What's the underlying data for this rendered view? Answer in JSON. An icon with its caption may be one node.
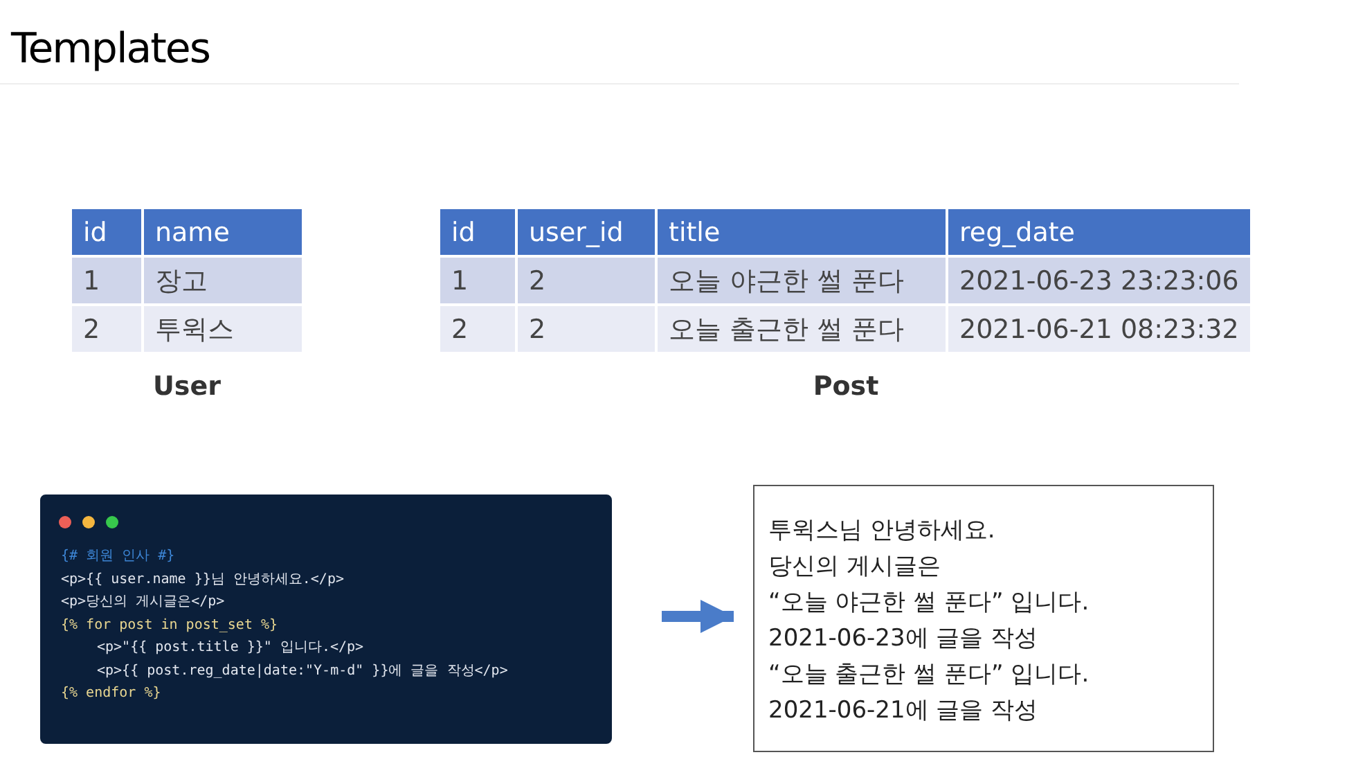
{
  "diagram": {
    "title": "Templates",
    "nodes": [
      {
        "text": [
          "{# 회원 인사 #}",
          "<p>{{ user.name }}님 안녕하세요.</p>",
          "<p>당신의 게시글은</p>",
          "{% for post in post_set %}",
          "<p>\"{{ post.title }}\" 입니다.</p>",
          "<p>{{ post.reg_date|date:\"Y-m-d\" }}에 글을 작성</p>",
          "{% endfor %}"
        ]
      },
      {
        "text": [
          "투윅스님 안녕하세요.",
          "당신의 게시글은",
          "“오늘 야근한 썰 푼다” 입니다.",
          "2021-06-23에 글을 작성",
          "“오늘 출근한 썰 푼다” 입니다.",
          "2021-06-21에 글을 작성"
        ]
      }
    ],
    "edges": [
      {
        "from": 0,
        "to": 1,
        "arrow": "to"
      }
    ],
    "labels": [
      "id",
      "name",
      "1",
      "장고",
      "2",
      "투윅스",
      "id",
      "user_id",
      "title",
      "reg_date",
      "1",
      "2",
      "오늘 야근한 썰 푼다",
      "2021-06-23 23:23:06",
      "2",
      "2",
      "오늘 출근한 썰 푼다",
      "2021-06-21 08:23:32",
      "User",
      "Post"
    ]
  }
}
